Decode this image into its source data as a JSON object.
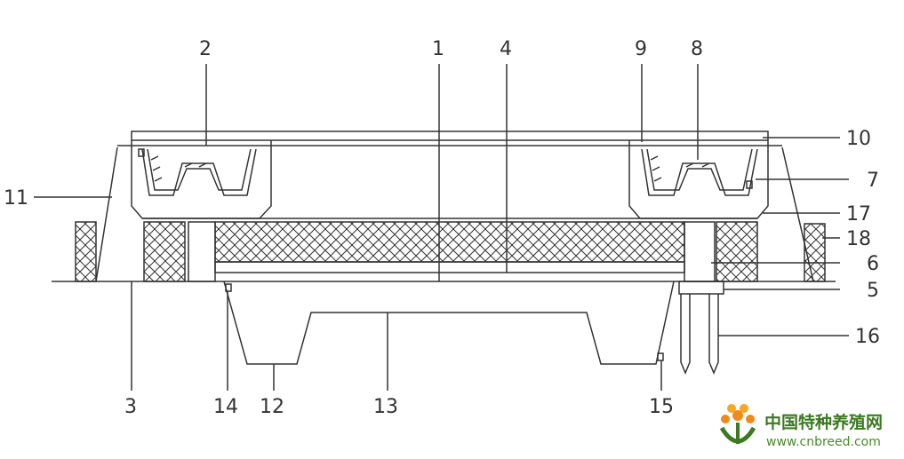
{
  "labels": {
    "l1": "1",
    "l2": "2",
    "l3": "3",
    "l4": "4",
    "l5": "5",
    "l6": "6",
    "l7": "7",
    "l8": "8",
    "l9": "9",
    "l10": "10",
    "l11": "11",
    "l12": "12",
    "l13": "13",
    "l14": "14",
    "l15": "15",
    "l16": "16",
    "l17": "17",
    "l18": "18"
  },
  "watermark": {
    "name_cn": "中国特种养殖网",
    "url": "www.cnbreed.com"
  },
  "colors": {
    "line": "#333333",
    "label": "#333333",
    "logo_green": "#3c7a22",
    "logo_orange": "#f08a1c"
  }
}
